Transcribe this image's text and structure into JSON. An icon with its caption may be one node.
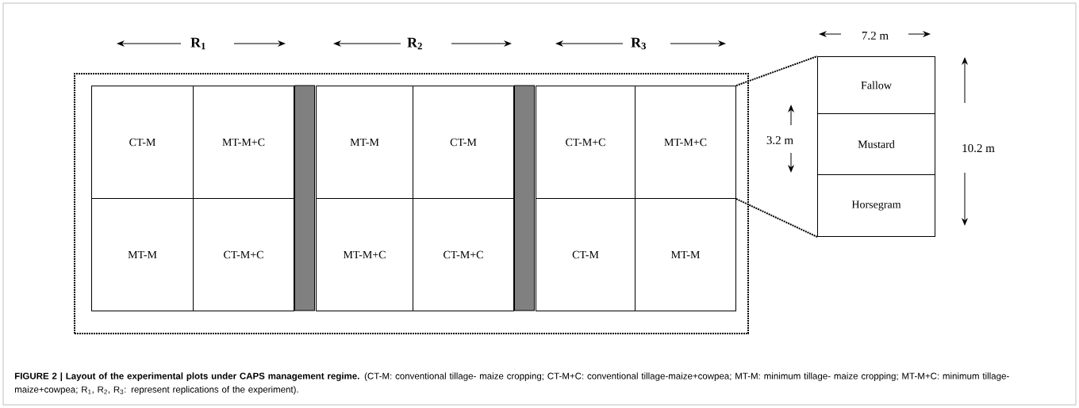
{
  "diagram": {
    "caption": "**FIGURE 2 | Layout of the experimental plots under CAPS management regime.** (CT-M: conventional tillage- maize cropping; CT-M+C: conventional tillage-maize+cowpea; MT-M: minimum tillage- maize cropping; MT-M+C: minimum tillage-maize+cowpea; R$_{1}$, R$_{2}$, R$_{3}$: represent replications of the experiment).",
    "nodes": [
      {
        "text": [],
        "shape": "box"
      },
      {
        "text": [
          "CT-M"
        ],
        "in": 0
      },
      {
        "text": [
          "MT-M+C"
        ],
        "in": 0
      },
      {
        "text": [
          "MT-M"
        ],
        "in": 0
      },
      {
        "text": [
          "CT-M"
        ],
        "in": 0
      },
      {
        "text": [
          "CT-M+C"
        ],
        "in": 0
      },
      {
        "text": [
          "MT-M+C"
        ],
        "in": 0
      },
      {
        "text": [
          "MT-M"
        ],
        "in": 0
      },
      {
        "text": [
          "CT-M+C"
        ],
        "in": 0
      },
      {
        "text": [
          "MT-M+C"
        ],
        "in": 0
      },
      {
        "text": [
          "CT-M+C"
        ],
        "in": 0
      },
      {
        "text": [
          "CT-M"
        ],
        "in": 0
      },
      {
        "text": [
          "MT-M"
        ],
        "in": 0
      },
      {
        "text": [
          "Fallow"
        ]
      },
      {
        "text": [
          "Mustard"
        ]
      },
      {
        "text": [
          "Horsegram"
        ]
      }
    ],
    "edges": [
      {
        "from": 6,
        "to": 13,
        "arrow": "none",
        "style": "dashed"
      },
      {
        "from": 6,
        "to": 15,
        "arrow": "none",
        "style": "dashed"
      }
    ],
    "labels": [
      "R$_{1}$",
      "R$_{2}$",
      "R$_{3}$",
      "7.2 m",
      "3.2 m",
      "10.2 m"
    ]
  }
}
